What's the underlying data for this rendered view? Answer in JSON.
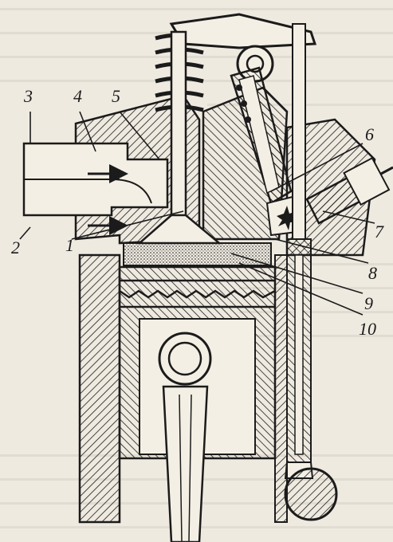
{
  "figure": {
    "callouts": [
      "1",
      "2",
      "3",
      "4",
      "5",
      "6",
      "7",
      "8",
      "9",
      "10"
    ],
    "components": {
      "intake_channel": "intake-channel",
      "intake_valve": "intake-valve",
      "valve_spring": "valve-spring",
      "rocker_arm": "rocker-arm",
      "injector": "fuel-injector",
      "glow_plug": "glow-plug",
      "prechamber": "prechamber",
      "piston": "piston",
      "connecting_rod": "connecting-rod",
      "pushrod": "pushrod",
      "camshaft": "camshaft",
      "cylinder_wall": "cylinder-wall"
    }
  },
  "colors": {
    "ink": "#1b1b1b",
    "paper": "#efeae0",
    "fuel_mixture": "#6d6d6d"
  }
}
